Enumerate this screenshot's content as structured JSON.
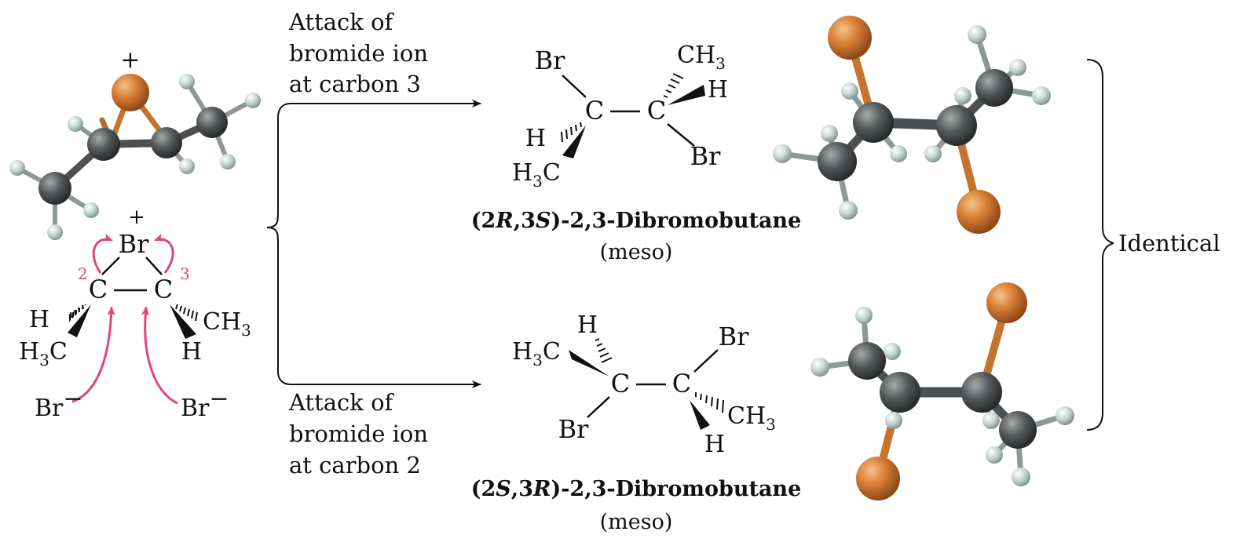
{
  "labels": {
    "attack_c3": [
      "Attack of",
      "bromide ion",
      "at carbon 3"
    ],
    "attack_c2": [
      "Attack of",
      "bromide ion",
      "at carbon 2"
    ],
    "identical": "Identical"
  },
  "top_product": {
    "name_prefix": "(2",
    "name_r": "R",
    "name_mid": ",3",
    "name_s": "S",
    "name_suffix": ")-2,3-Dibromobutane",
    "meso": "(meso)"
  },
  "bottom_product": {
    "name_prefix": "(2",
    "name_s": "S",
    "name_mid": ",3",
    "name_r": "R",
    "name_suffix": ")-2,3-Dibromobutane",
    "meso": "(meso)"
  },
  "bromonium": {
    "charge": "+",
    "br": "Br",
    "c": "C",
    "num2": "2",
    "num3": "3",
    "h": "H",
    "h3c": "H",
    "h3c_sub": "3",
    "h3c_c": "C",
    "ch3": "CH",
    "ch3_sub": "3",
    "nucleophile": "Br",
    "minus": "−"
  },
  "atoms": {
    "br": "Br",
    "c": "C",
    "h": "H",
    "ch": "CH",
    "sub3": "3"
  },
  "colors": {
    "bromine": "#d98036",
    "carbon": "#55585a",
    "hydrogen": "#c4d4d0",
    "arrow_pink": "#e0457a",
    "text": "#111111"
  }
}
